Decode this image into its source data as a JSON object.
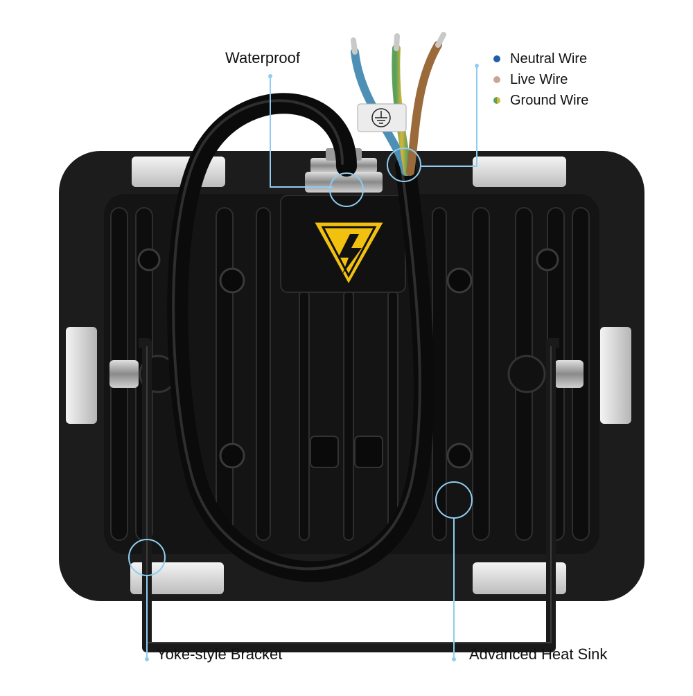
{
  "callouts": {
    "waterproof": "Waterproof",
    "yoke_bracket": "Yoke-style Bracket",
    "heat_sink": "Advanced Heat Sink"
  },
  "legend": [
    {
      "label": "Neutral Wire",
      "color": "#1f5fa8"
    },
    {
      "label": "Live Wire",
      "color": "#c9a595"
    },
    {
      "label": "Ground Wire",
      "color": "split-green-yellow"
    }
  ],
  "colors": {
    "housing": "#1c1c1c",
    "callout_line": "#8fcdf0",
    "warning_yellow": "#f2c10f",
    "neutral_wire": "#4d8fb5",
    "live_wire": "#9b6a3a",
    "ground_wire_green": "#5aa05a",
    "ground_wire_yellow": "#d8b53a"
  },
  "icons": [
    "high-voltage-warning-icon",
    "ground-symbol-icon"
  ]
}
